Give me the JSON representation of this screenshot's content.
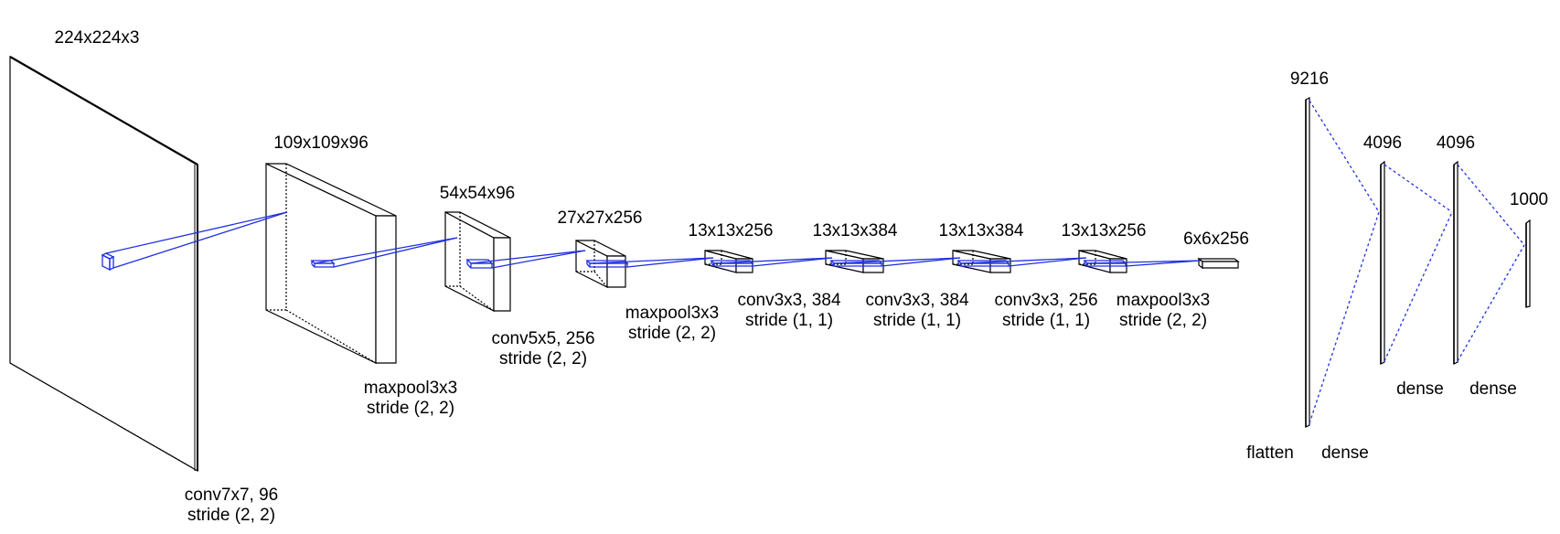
{
  "layers": [
    {
      "id": "input",
      "size_label": "224x224x3"
    },
    {
      "id": "c1",
      "size_label": "109x109x96",
      "op_line1": "conv7x7, 96",
      "op_line2": "stride (2, 2)"
    },
    {
      "id": "c2",
      "size_label": "54x54x96",
      "op_line1": "maxpool3x3",
      "op_line2": "stride (2, 2)"
    },
    {
      "id": "c3",
      "size_label": "27x27x256",
      "op_line1": "conv5x5, 256",
      "op_line2": "stride (2, 2)"
    },
    {
      "id": "c4",
      "size_label": "13x13x256",
      "op_line1": "maxpool3x3",
      "op_line2": "stride (2, 2)"
    },
    {
      "id": "c5",
      "size_label": "13x13x384",
      "op_line1": "conv3x3, 384",
      "op_line2": "stride (1, 1)"
    },
    {
      "id": "c6",
      "size_label": "13x13x384",
      "op_line1": "conv3x3, 384",
      "op_line2": "stride (1, 1)"
    },
    {
      "id": "c7",
      "size_label": "13x13x256",
      "op_line1": "conv3x3, 256",
      "op_line2": "stride (1, 1)"
    },
    {
      "id": "c8",
      "size_label": "6x6x256",
      "op_line1": "maxpool3x3",
      "op_line2": "stride (2, 2)"
    }
  ],
  "dense": [
    {
      "id": "d1",
      "size_label": "9216",
      "op_label": "flatten"
    },
    {
      "id": "d2",
      "size_label": "4096",
      "op_label": "dense"
    },
    {
      "id": "d3",
      "size_label": "4096",
      "op_label": "dense"
    },
    {
      "id": "d4",
      "size_label": "1000",
      "op_label": "dense"
    }
  ],
  "colors": {
    "edge": "#000000",
    "connector": "#1f2fe0",
    "background": "#ffffff"
  }
}
